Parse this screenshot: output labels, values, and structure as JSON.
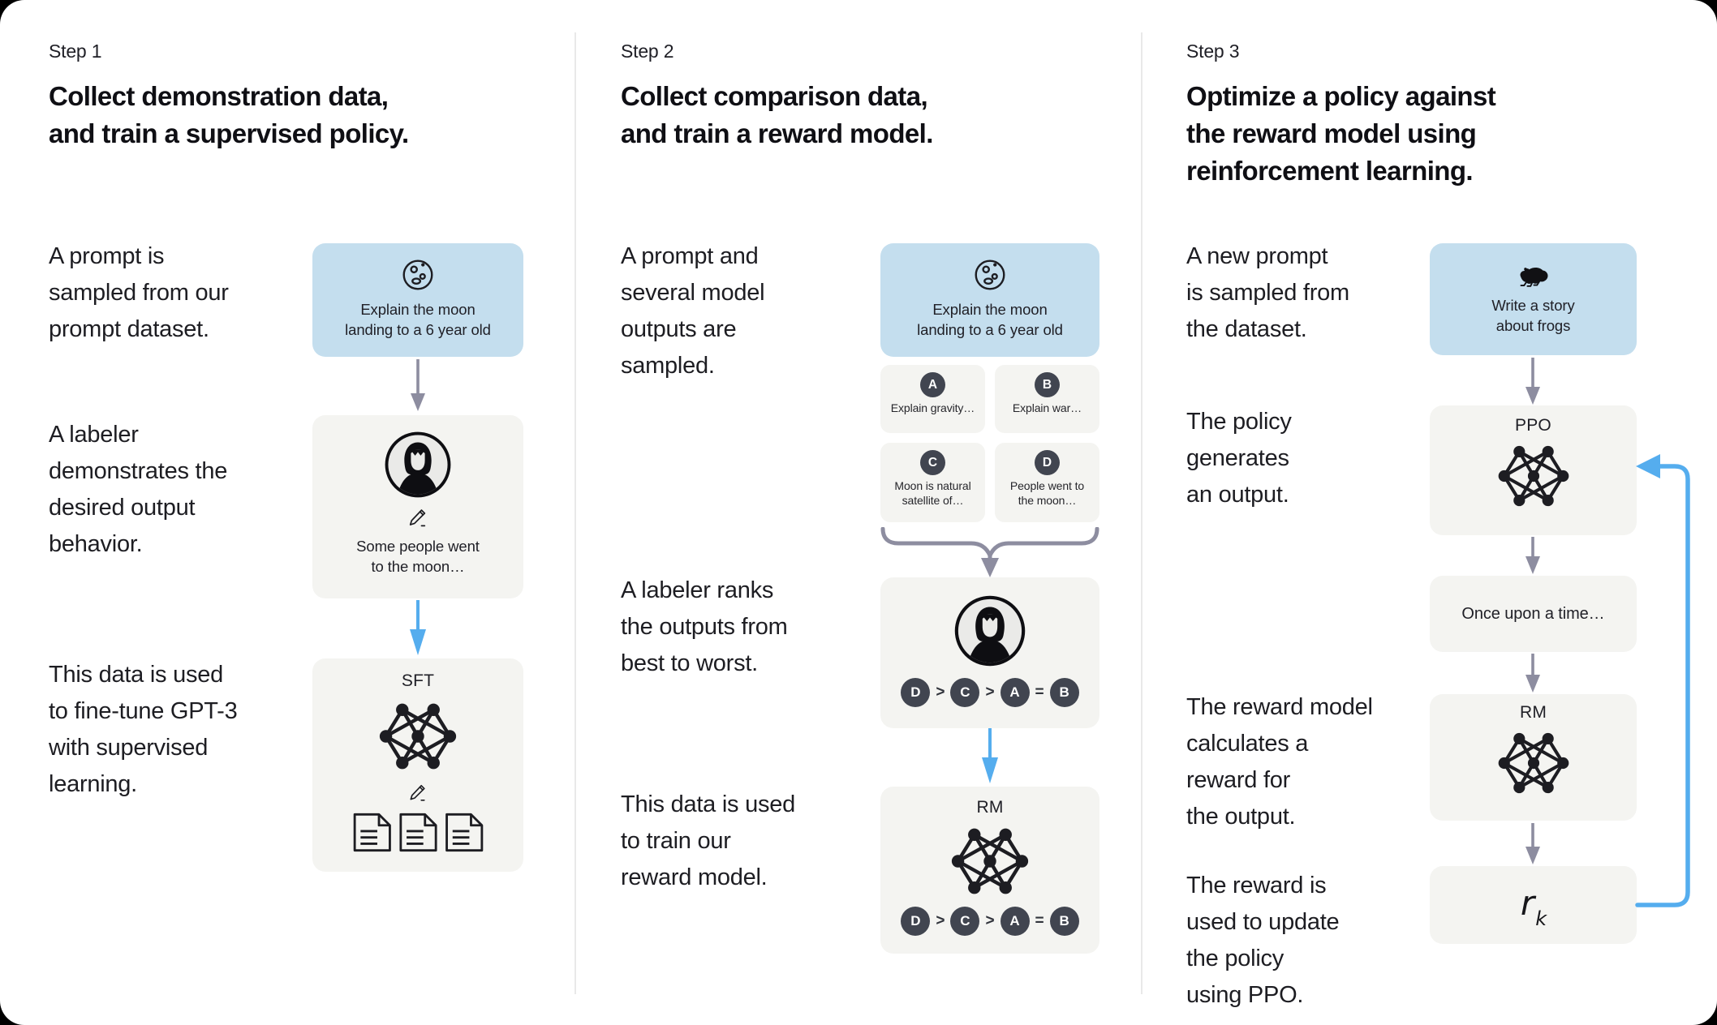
{
  "colors": {
    "background": "#000000",
    "card": "#ffffff",
    "prompt_box": "#c4deee",
    "neutral_box": "#f4f4f1",
    "badge": "#414550",
    "gray_arrow": "#8d8da0",
    "blue_arrow": "#55adee"
  },
  "steps": [
    {
      "label": "Step 1",
      "title": "Collect demonstration data,\nand train a supervised policy.",
      "paragraphs": [
        "A prompt is\nsampled from our\nprompt dataset.",
        "A labeler\ndemonstrates the\ndesired output\nbehavior.",
        "This data is used\nto fine-tune GPT-3\nwith supervised\nlearning."
      ],
      "prompt_box": {
        "icon": "moon-icon",
        "text": "Explain the moon\nlanding to a 6 year old"
      },
      "labeler_box": {
        "icons": [
          "labeler-avatar-icon",
          "pencil-icon"
        ],
        "text": "Some people went\nto the moon…"
      },
      "model_box": {
        "label": "SFT",
        "icons": [
          "neural-network-icon",
          "pencil-icon",
          "documents-icon"
        ]
      }
    },
    {
      "label": "Step 2",
      "title": "Collect comparison data,\nand train a reward model.",
      "paragraphs": [
        "A prompt and\nseveral model\noutputs are\nsampled.",
        "A labeler ranks\nthe outputs from\nbest to worst.",
        "This data is used\nto train our\nreward model."
      ],
      "prompt_box": {
        "icon": "moon-icon",
        "text": "Explain the moon\nlanding to a 6 year old"
      },
      "outputs": [
        {
          "id": "A",
          "text": "Explain gravity…"
        },
        {
          "id": "B",
          "text": "Explain war…"
        },
        {
          "id": "C",
          "text": "Moon is natural\nsatellite of…"
        },
        {
          "id": "D",
          "text": "People went to\nthe moon…"
        }
      ],
      "labeler_box": {
        "icon": "labeler-avatar-icon"
      },
      "rank": [
        "D",
        ">",
        "C",
        ">",
        "A",
        "=",
        "B"
      ],
      "model_box": {
        "label": "RM",
        "icon": "neural-network-icon"
      }
    },
    {
      "label": "Step 3",
      "title": "Optimize a policy against\nthe reward model using\nreinforcement learning.",
      "paragraphs": [
        "A new prompt\nis sampled from\nthe dataset.",
        "The policy\ngenerates\nan output.",
        "The reward model\ncalculates a\nreward for\nthe output.",
        "The reward is\nused to update\nthe policy\nusing PPO."
      ],
      "prompt_box": {
        "icon": "frog-icon",
        "text": "Write a story\nabout frogs"
      },
      "policy_box": {
        "label": "PPO",
        "icon": "neural-network-icon"
      },
      "output_box": {
        "text": "Once upon a time…"
      },
      "reward_model_box": {
        "label": "RM",
        "icon": "neural-network-icon"
      },
      "reward_box": {
        "base": "r",
        "sub": "k"
      }
    }
  ]
}
